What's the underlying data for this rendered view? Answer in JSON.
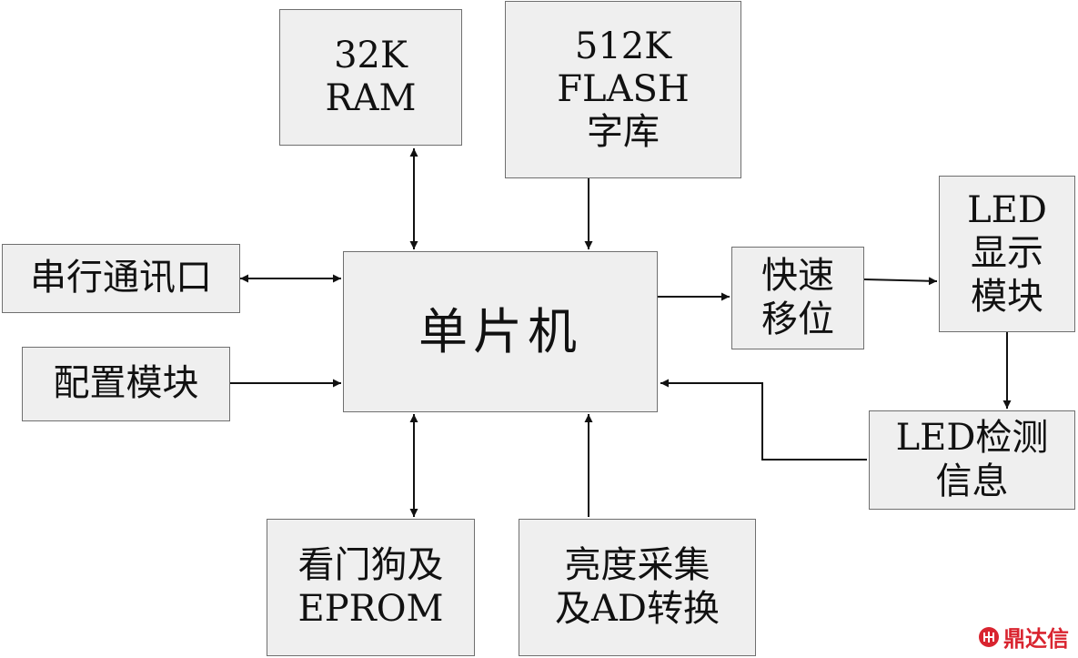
{
  "colors": {
    "box_fill": "#efefef",
    "box_border": "#6f6f6f",
    "line": "#111111",
    "watermark": "#d9242f"
  },
  "boxes": {
    "ram": [
      "32K",
      "RAM"
    ],
    "flash": [
      "512K",
      "FLASH",
      "字库"
    ],
    "serial": [
      "串行通讯口"
    ],
    "config": [
      "配置模块"
    ],
    "mcu": [
      "单片机"
    ],
    "shift": [
      "快速",
      "移位"
    ],
    "led_display": [
      "LED",
      "显示",
      "模块"
    ],
    "led_detect": [
      "LED检测",
      "信息"
    ],
    "watchdog": [
      "看门狗及",
      "EPROM"
    ],
    "brightness": [
      "亮度采集",
      "及AD转换"
    ]
  },
  "watermark": {
    "text": "鼎达信",
    "icon": "dingdaxin-logo-icon"
  }
}
